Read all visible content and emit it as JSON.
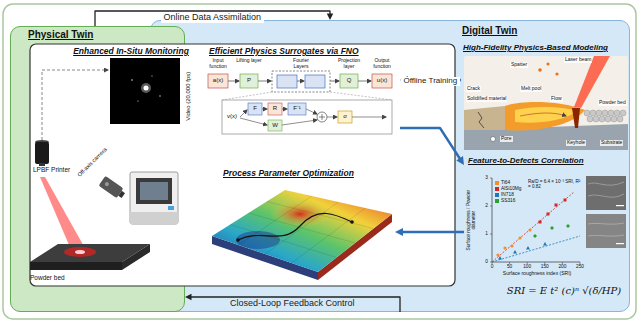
{
  "diagram": {
    "nodes": [
      {
        "text": [
          "Physical Twin"
        ]
      },
      {
        "text": [
          "Digital Twin"
        ]
      },
      {
        "text": [
          "Enhanced In-Situ Monitoring"
        ]
      },
      {
        "text": [
          "Efficient Physics Surrogates via FNO"
        ]
      },
      {
        "text": [
          "Process Parameter Optimization"
        ]
      },
      {
        "text": [
          "High-Fidelity Physics-Based Modeling"
        ],
        "in": 1
      },
      {
        "text": [
          "Feature-to-Defects Correlation"
        ],
        "in": 1
      }
    ],
    "edges": [
      {
        "from": 0,
        "to": 1,
        "label": "Online Data Assimilation",
        "arrow": "to"
      },
      {
        "from": 1,
        "to": 0,
        "label": "Closed-Loop Feedback Control",
        "arrow": "to"
      },
      {
        "from": 5,
        "to": 3,
        "label": "Offline Training",
        "arrow": "to"
      },
      {
        "from": 3,
        "to": 6,
        "arrow": "to"
      },
      {
        "from": 6,
        "to": 4,
        "arrow": "to"
      }
    ],
    "labels": [
      "Video (20,000 fps)",
      "LPBF Printer",
      "Off-axis camera",
      "Powder bed",
      "Input function",
      "Lifting layer",
      "Fourier Layers",
      "Projection layer",
      "Output function",
      "a(x)",
      "P",
      "Q",
      "u(x)",
      "v(x)",
      "F",
      "R",
      "F⁻¹",
      "W",
      "σ",
      "Spatter",
      "Melt pool",
      "Flow",
      "Crack",
      "Laser beam",
      "Powder bed",
      "Solidified material",
      "Pore",
      "Substrate",
      "Keyhole",
      "Surface roughness / Powder diameter",
      "Surface roughness index (SRI)",
      "0",
      "50",
      "100",
      "150",
      "200",
      "250",
      "0",
      "1",
      "2",
      "3",
      "Ra/D = 6.4 × 10⁻³ SRI, R² = 0.82",
      "SRI = E t² (c)ⁿ √(δ/HP)"
    ],
    "legend": [
      {
        "text": "Ti64",
        "color": "#f28e2b"
      },
      {
        "text": "AlSi10Mg",
        "color": "#d62728"
      },
      {
        "text": "IN718",
        "color": "#1f77b4"
      },
      {
        "text": "SS316",
        "color": "#2ca02c"
      }
    ]
  }
}
